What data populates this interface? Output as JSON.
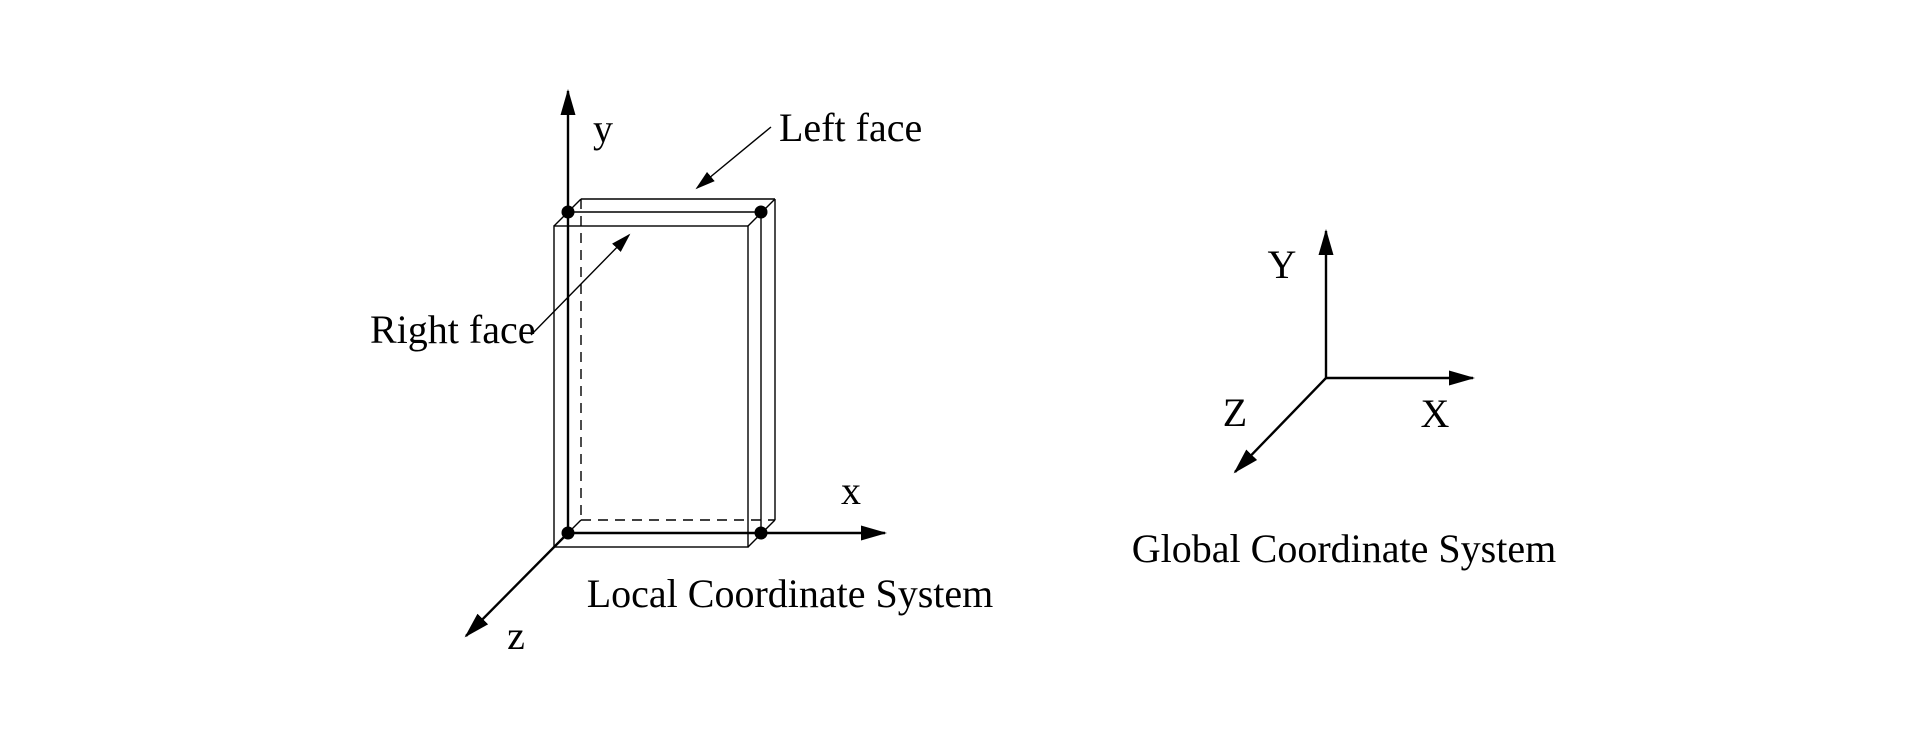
{
  "colors": {
    "line": "#000000",
    "text": "#000000",
    "background": "#ffffff"
  },
  "local": {
    "axes": {
      "x": "x",
      "y": "y",
      "z": "z"
    },
    "annotations": {
      "left_face": "Left face",
      "right_face": "Right face"
    },
    "caption": "Local Coordinate System"
  },
  "global": {
    "axes": {
      "x": "X",
      "y": "Y",
      "z": "Z"
    },
    "caption": "Global Coordinate System"
  }
}
